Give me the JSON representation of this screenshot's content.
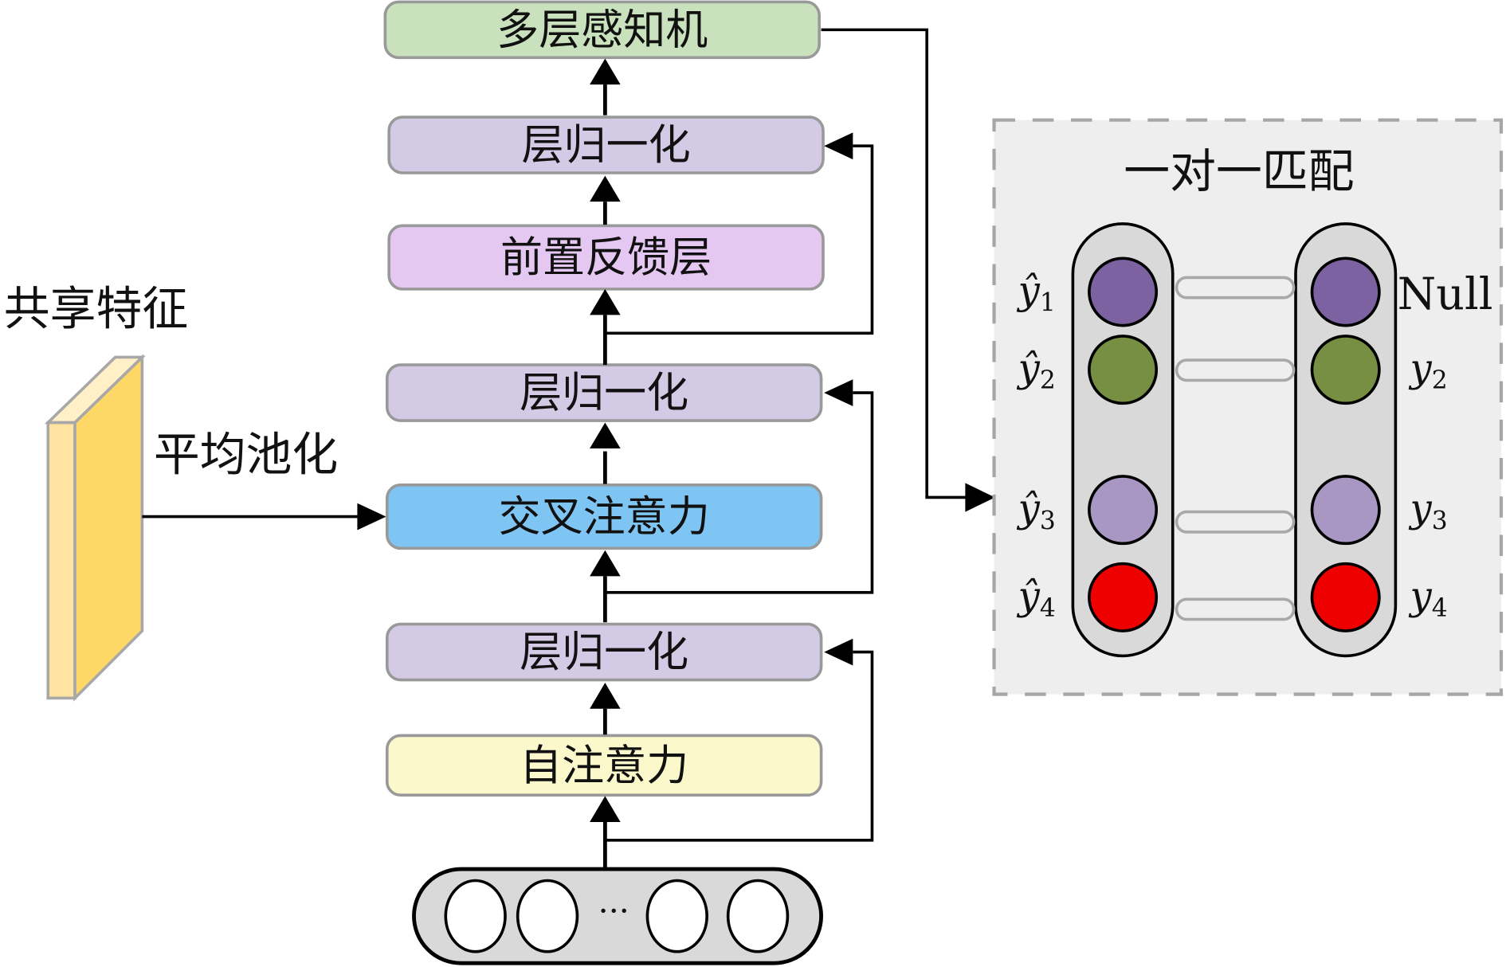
{
  "diagram": {
    "shared_feature_label": "共享特征",
    "avg_pool_label": "平均池化",
    "stack": [
      {
        "id": "mlp",
        "label": "多层感知机",
        "fill": "#c9e2bd"
      },
      {
        "id": "layernorm_3",
        "label": "层归一化",
        "fill": "#d3cbe6"
      },
      {
        "id": "ffn",
        "label": "前置反馈层",
        "fill": "#e4c8f2"
      },
      {
        "id": "layernorm_2",
        "label": "层归一化",
        "fill": "#d3cbe6"
      },
      {
        "id": "cross_attention",
        "label": "交叉注意力",
        "fill": "#7fc5f3"
      },
      {
        "id": "layernorm_1",
        "label": "层归一化",
        "fill": "#d3cbe6"
      },
      {
        "id": "self_attention",
        "label": "自注意力",
        "fill": "#fbf8cc"
      }
    ],
    "input_tokens": {
      "ellipsis": "···",
      "count_shown": 4
    },
    "matching": {
      "title": "一对一匹配",
      "predictions": [
        {
          "symbol": "ŷ",
          "sub": "1",
          "color": "#7c62a0"
        },
        {
          "symbol": "ŷ",
          "sub": "2",
          "color": "#768f42"
        },
        {
          "symbol": "ŷ",
          "sub": "3",
          "color": "#a797c2"
        },
        {
          "symbol": "ŷ",
          "sub": "4",
          "color": "#ee0000"
        }
      ],
      "targets": [
        {
          "label": "Null",
          "color": "#7c62a0"
        },
        {
          "symbol": "y",
          "sub": "2",
          "color": "#768f42"
        },
        {
          "symbol": "y",
          "sub": "3",
          "color": "#a797c2"
        },
        {
          "symbol": "y",
          "sub": "4",
          "color": "#ee0000"
        }
      ]
    }
  }
}
